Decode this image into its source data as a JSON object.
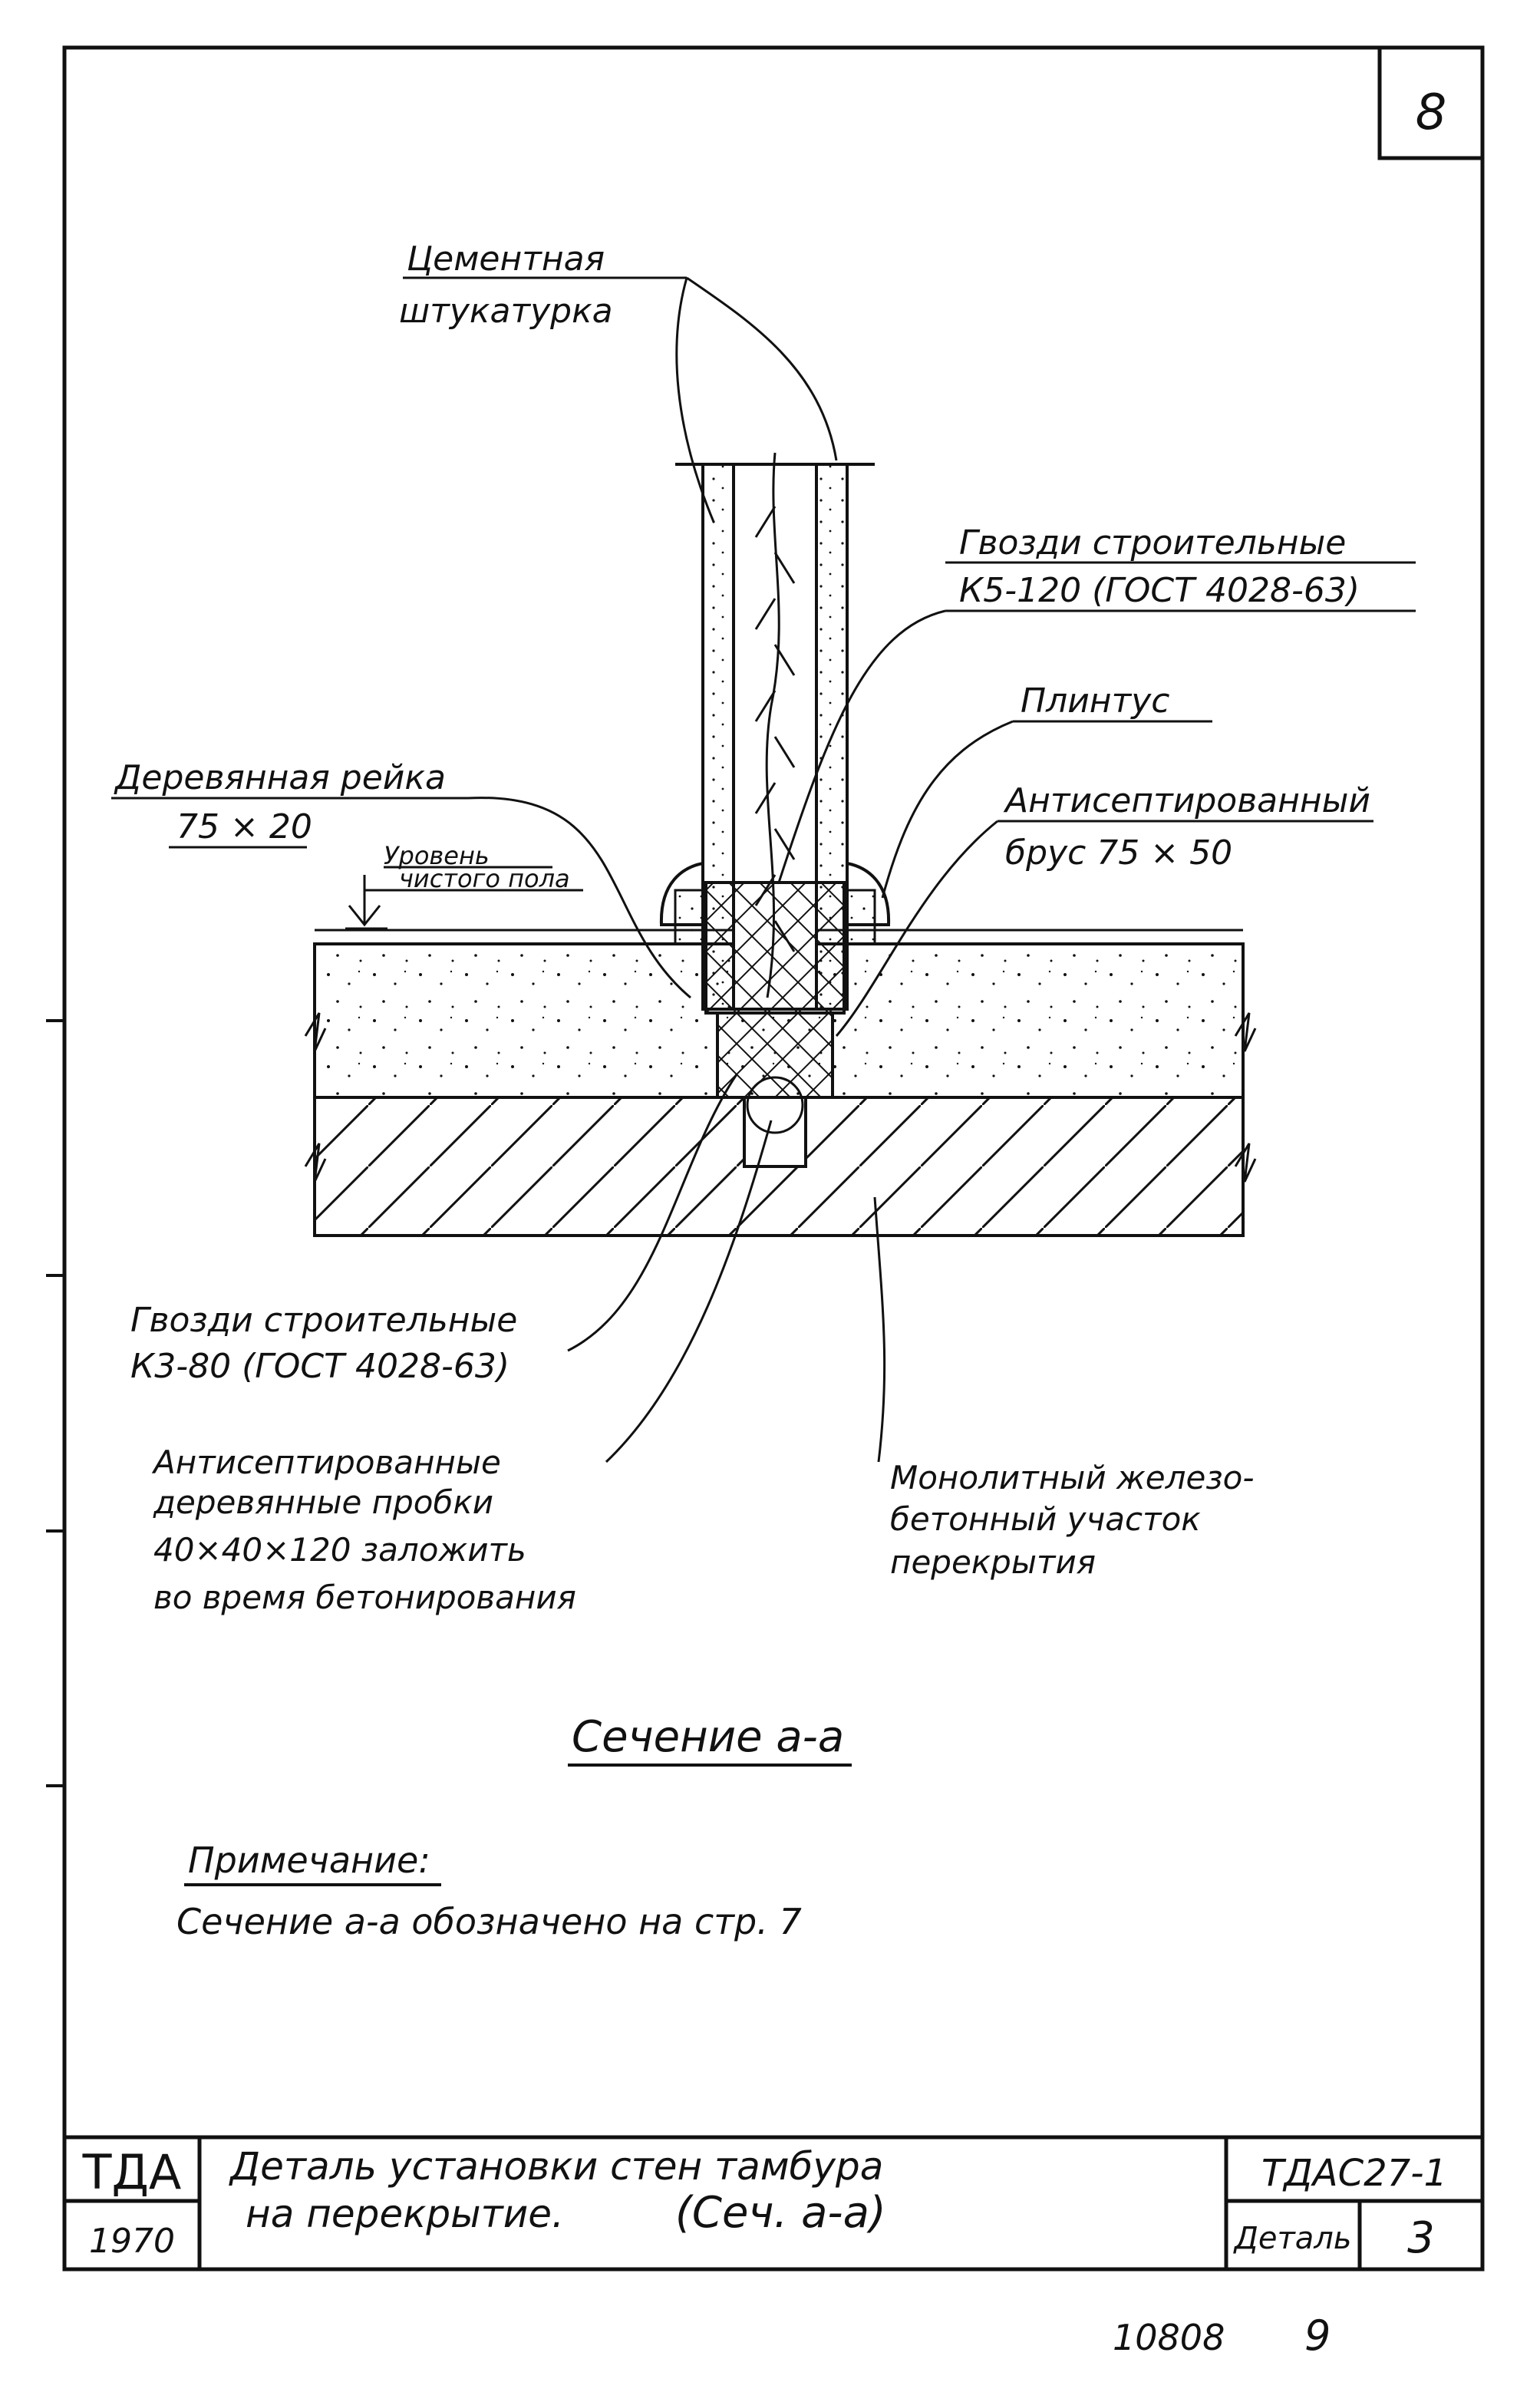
{
  "sheet": {
    "page_number": "8",
    "section_title": "Сечение а-а",
    "footer_code": "10808",
    "footer_sheet": "9"
  },
  "labels": {
    "plaster": [
      "Цементная",
      "штукатурка"
    ],
    "nails_top": [
      "Гвозди строительные",
      "К5-120 (ГОСТ 4028-63)"
    ],
    "plinth": "Плинтус",
    "batten": [
      "Деревянная рейка",
      "75 × 20"
    ],
    "beam": [
      "Антисептированный",
      "брус 75 × 50"
    ],
    "floor_level": [
      "Уровень",
      "чистого пола"
    ],
    "nails_bottom": [
      "Гвозди строительные",
      "К3-80 (ГОСТ 4028-63)"
    ],
    "plugs": [
      "Антисептированные",
      "деревянные пробки",
      "40×40×120 заложить",
      "во время бетонирования"
    ],
    "monolith": [
      "Монолитный железо-",
      "бетонный участок",
      "перекрытия"
    ]
  },
  "note": {
    "heading": "Примечание:",
    "text": "Сечение а-а обозначено на стр. 7"
  },
  "title_block": {
    "org": "ТДА",
    "year": "1970",
    "title_line1": "Деталь установки стен тамбура",
    "title_line2": "на перекрытие.",
    "title_section": "(Сеч. а-а)",
    "doc_code": "ТДАС27-1",
    "detail_label": "Деталь",
    "detail_number": "3"
  },
  "colors": {
    "ink": "#111111",
    "paper": "#ffffff"
  }
}
